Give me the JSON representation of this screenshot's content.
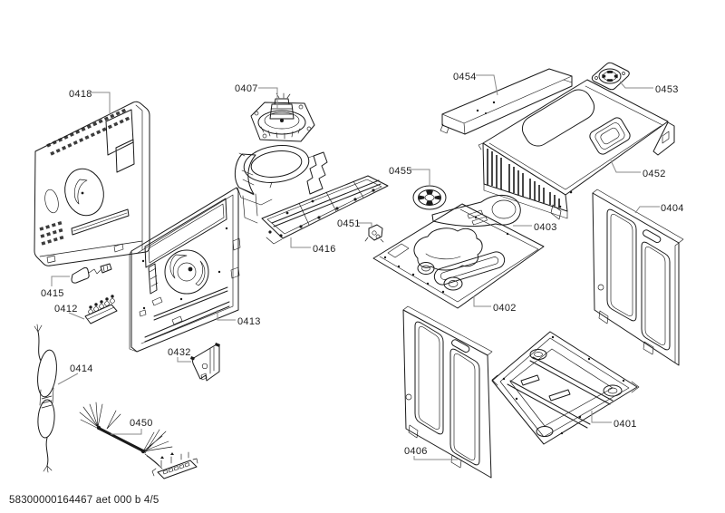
{
  "colors": {
    "background": "#ffffff",
    "line": "#1a1a1a",
    "leader": "#8a8a8a",
    "label": "#1c1c1c"
  },
  "footer": {
    "code": "58300000164467 aet 000 b 4/5"
  },
  "parts": {
    "0401": {
      "label": "0401"
    },
    "0402": {
      "label": "0402"
    },
    "0403": {
      "label": "0403"
    },
    "0404": {
      "label": "0404"
    },
    "0406": {
      "label": "0406"
    },
    "0407": {
      "label": "0407"
    },
    "0412": {
      "label": "0412"
    },
    "0413": {
      "label": "0413"
    },
    "0414": {
      "label": "0414"
    },
    "0415": {
      "label": "0415"
    },
    "0416": {
      "label": "0416"
    },
    "0418": {
      "label": "0418"
    },
    "0432": {
      "label": "0432"
    },
    "0450": {
      "label": "0450"
    },
    "0451": {
      "label": "0451"
    },
    "0452": {
      "label": "0452"
    },
    "0453": {
      "label": "0453"
    },
    "0454": {
      "label": "0454"
    },
    "0455": {
      "label": "0455"
    }
  }
}
